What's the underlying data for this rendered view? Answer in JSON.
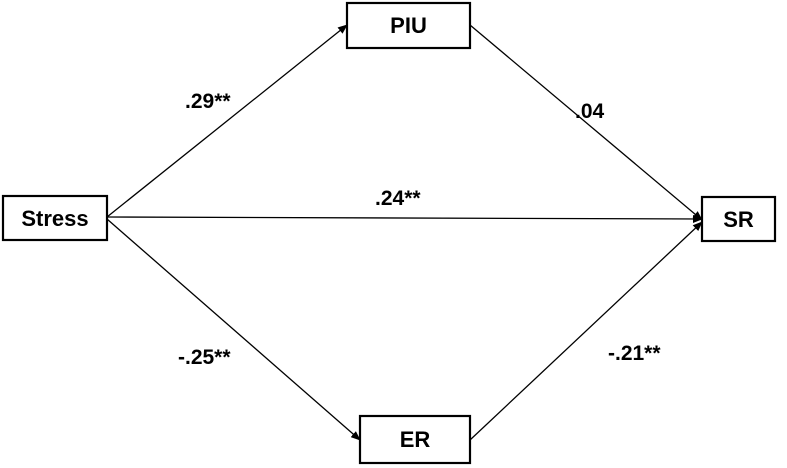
{
  "nodes": {
    "stress": {
      "label": "Stress"
    },
    "piu": {
      "label": "PIU"
    },
    "er": {
      "label": "ER"
    },
    "sr": {
      "label": "SR"
    }
  },
  "paths": {
    "stress_to_piu": {
      "coefficient": ".29**"
    },
    "piu_to_sr": {
      "coefficient": ".04"
    },
    "stress_to_sr": {
      "coefficient": ".24**"
    },
    "stress_to_er": {
      "coefficient": "-.25**"
    },
    "er_to_sr": {
      "coefficient": "-.21**"
    }
  }
}
